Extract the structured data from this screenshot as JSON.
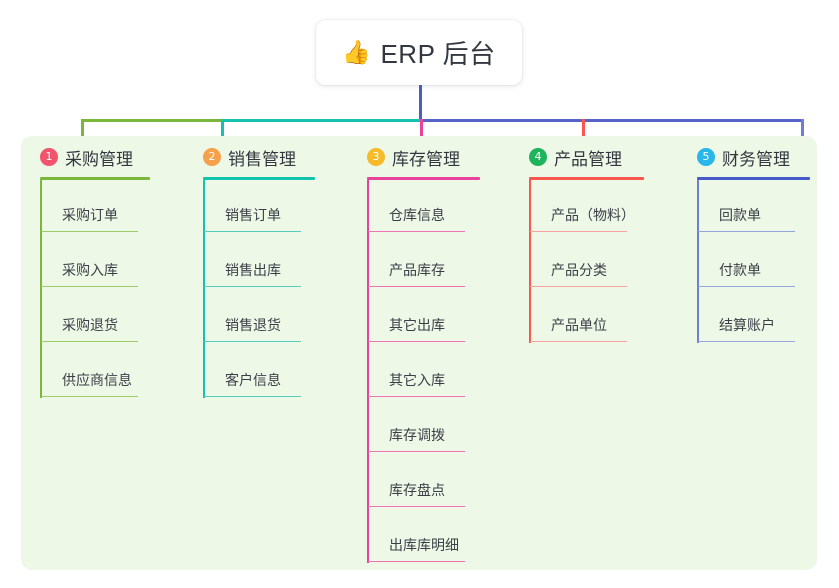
{
  "root": {
    "emoji": "👍",
    "icon_name": "thumbs-up-icon",
    "title": "ERP 后台"
  },
  "colors": {
    "panel_bg": "#eef8e7",
    "page_bg": "#ffffff",
    "trunk": "#4f5bc0",
    "bar_left": "#7bb73b",
    "bar_mid": "#14c2b0",
    "bar_right": "#5763c8",
    "text": "#333840"
  },
  "columns": [
    {
      "number": "1",
      "title": "采购管理",
      "badge_color": "#f2536d",
      "accent": "#7bb73b",
      "leaf_accent": "#9ccb6a",
      "drop_color": "#7bb73b",
      "items": [
        "采购订单",
        "采购入库",
        "采购退货",
        "供应商信息"
      ]
    },
    {
      "number": "2",
      "title": "销售管理",
      "badge_color": "#f5a04a",
      "accent": "#14c2b0",
      "leaf_accent": "#57cdc0",
      "drop_color": "#14c2b0",
      "items": [
        "销售订单",
        "销售出库",
        "销售退货",
        "客户信息"
      ]
    },
    {
      "number": "3",
      "title": "库存管理",
      "badge_color": "#f5bb2a",
      "accent": "#e8439b",
      "leaf_accent": "#ef74b4",
      "drop_color": "#e8439b",
      "items": [
        "仓库信息",
        "产品库存",
        "其它出库",
        "其它入库",
        "库存调拨",
        "库存盘点",
        "出库库明细"
      ]
    },
    {
      "number": "4",
      "title": "产品管理",
      "badge_color": "#1fb35c",
      "accent": "#f8564e",
      "leaf_accent": "#f9a39e",
      "drop_color": "#f8564e",
      "items": [
        "产品（物料）",
        "产品分类",
        "产品单位"
      ]
    },
    {
      "number": "5",
      "title": "财务管理",
      "badge_color": "#29b6e8",
      "accent": "#4758c9",
      "leaf_accent": "#93a5de",
      "drop_color": "#6d7fd4",
      "items": [
        "回款单",
        "付款单",
        "结算账户"
      ]
    }
  ]
}
